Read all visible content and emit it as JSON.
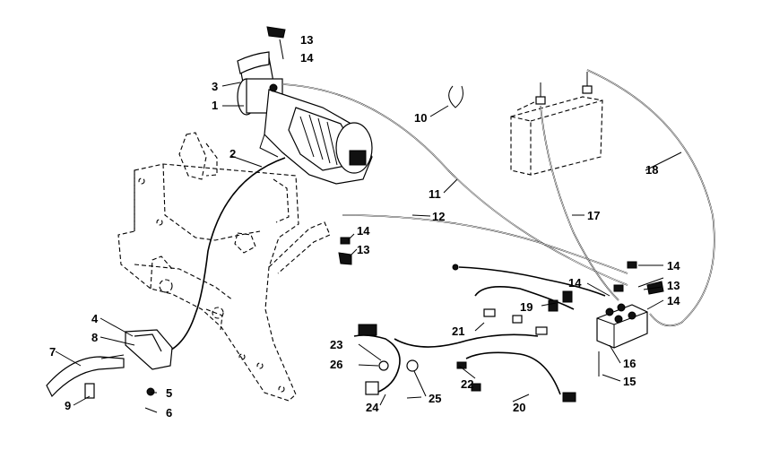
{
  "diagram": {
    "callouts": [
      {
        "id": "c1",
        "label": "1"
      },
      {
        "id": "c2",
        "label": "2"
      },
      {
        "id": "c3",
        "label": "3"
      },
      {
        "id": "c4",
        "label": "4"
      },
      {
        "id": "c5",
        "label": "5"
      },
      {
        "id": "c6",
        "label": "6"
      },
      {
        "id": "c7",
        "label": "7"
      },
      {
        "id": "c8",
        "label": "8"
      },
      {
        "id": "c9",
        "label": "9"
      },
      {
        "id": "c10",
        "label": "10"
      },
      {
        "id": "c11",
        "label": "11"
      },
      {
        "id": "c12",
        "label": "12"
      },
      {
        "id": "c13a",
        "label": "13"
      },
      {
        "id": "c13b",
        "label": "13"
      },
      {
        "id": "c13c",
        "label": "13"
      },
      {
        "id": "c14a",
        "label": "14"
      },
      {
        "id": "c14b",
        "label": "14"
      },
      {
        "id": "c14c",
        "label": "14"
      },
      {
        "id": "c14d",
        "label": "14"
      },
      {
        "id": "c14e",
        "label": "14"
      },
      {
        "id": "c15",
        "label": "15"
      },
      {
        "id": "c16",
        "label": "16"
      },
      {
        "id": "c17",
        "label": "17"
      },
      {
        "id": "c18",
        "label": "18"
      },
      {
        "id": "c19",
        "label": "19"
      },
      {
        "id": "c20",
        "label": "20"
      },
      {
        "id": "c21",
        "label": "21"
      },
      {
        "id": "c22",
        "label": "22"
      },
      {
        "id": "c23",
        "label": "23"
      },
      {
        "id": "c24",
        "label": "24"
      },
      {
        "id": "c25",
        "label": "25"
      },
      {
        "id": "c26",
        "label": "26"
      }
    ]
  }
}
